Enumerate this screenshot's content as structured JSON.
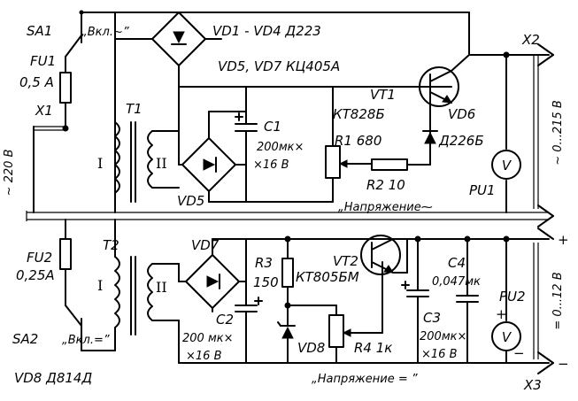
{
  "labels": {
    "sa1": "SA1",
    "sa1_mode": "„Вкл.~”",
    "fu1": "FU1",
    "fu1_rating": "0,5 A",
    "x1": "X1",
    "mains": "~ 220 B",
    "fu2": "FU2",
    "fu2_rating": "0,25A",
    "sa2": "SA2",
    "sa2_mode": "„Вкл.=”",
    "vd8_part": "VD8   Д814Д",
    "t1": "T1",
    "t2": "T2",
    "winding_i": "I",
    "winding_ii": "II",
    "bridge1_parts": "VD1 - VD4   Д223",
    "bridge_parts2": "VD5, VD7   КЦ405А",
    "vd5": "VD5",
    "vd7": "VD7",
    "c1": "C1",
    "c1_value": "200мк×",
    "c1_volt": "×16 B",
    "vt1": "VT1",
    "vt1_part": "КТ828Б",
    "r1": "R1 680",
    "vd6": "VD6",
    "vd6_part": "Д226Б",
    "r2": "R2  10",
    "adj_ac": "„Напряжение⁓",
    "pu1": "PU1",
    "v_meter": "V",
    "x2": "X2",
    "ac_range": "~ 0...215 B",
    "vt2": "VT2",
    "vt2_part": "КТ805БМ",
    "r3": "R3",
    "r3_value": "150",
    "c2": "C2",
    "c2_value": "200 мк×",
    "c2_volt": "×16 B",
    "vd8": "VD8",
    "r4": "R4  1к",
    "adj_dc": "„Напряжение = ”",
    "c4": "C4",
    "c4_value": "0,047мк",
    "c3": "C3",
    "c3_value": "200мк×",
    "c3_volt": "×16 B",
    "pu2": "PU2",
    "x3": "X3",
    "dc_range": "= 0...12 B",
    "plus": "+",
    "minus": "−"
  }
}
